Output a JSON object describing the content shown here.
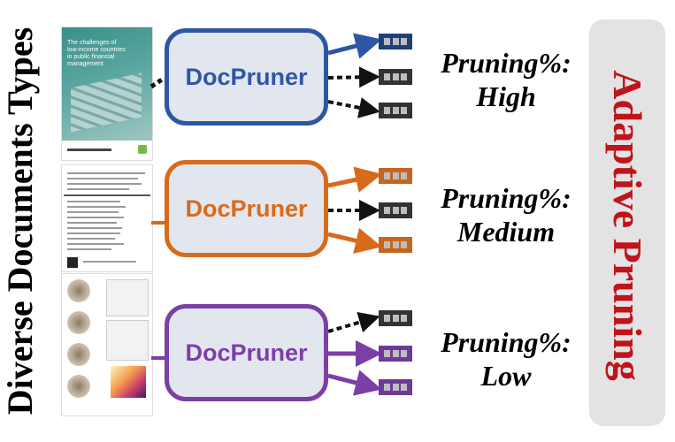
{
  "left_title": "Diverse Documents Types",
  "right_title": "Adaptive Pruning",
  "doc1_cover_title": "The challenges of low-income countries in public financial management",
  "boxes": [
    {
      "label": "DocPruner",
      "color": "#2e57a3"
    },
    {
      "label": "DocPruner",
      "color": "#d86b1b"
    },
    {
      "label": "DocPruner",
      "color": "#7b3fa6"
    }
  ],
  "pruning": [
    {
      "line1": "Pruning%:",
      "line2": "High"
    },
    {
      "line1": "Pruning%:",
      "line2": "Medium"
    },
    {
      "line1": "Pruning%:",
      "line2": "Low"
    }
  ],
  "token_sets": [
    [
      "kept",
      "pruned",
      "pruned"
    ],
    [
      "kept",
      "pruned",
      "kept"
    ],
    [
      "pruned",
      "kept",
      "kept"
    ]
  ]
}
